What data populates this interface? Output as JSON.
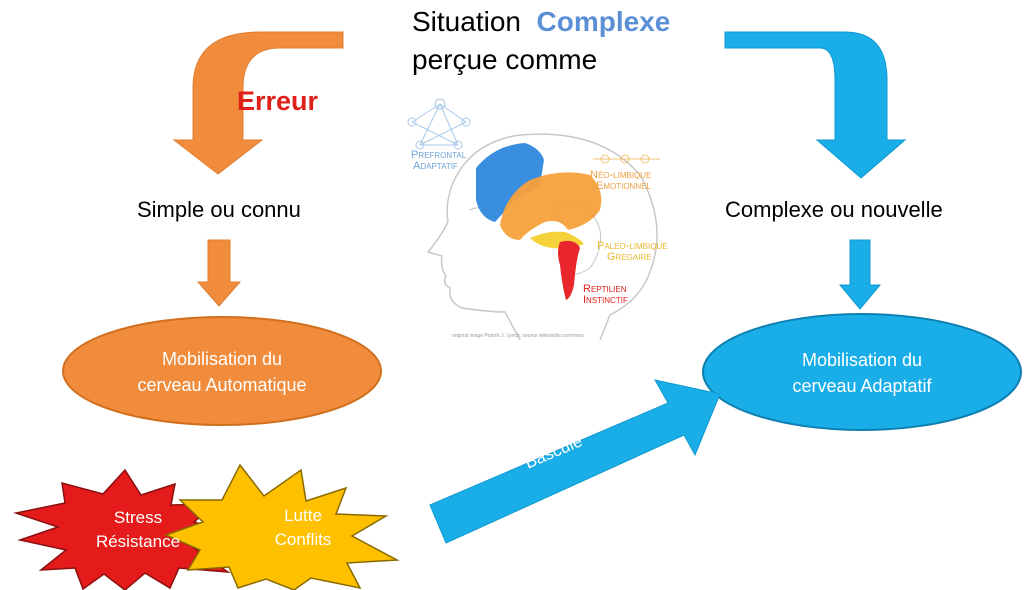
{
  "title": {
    "word_situation": "Situation",
    "word_complexe": "Complexe",
    "line2": "perçue comme"
  },
  "left_branch": {
    "error_label": "Erreur",
    "perception": "Simple ou connu",
    "outcome_line1": "Mobilisation du",
    "outcome_line2": "cerveau Automatique"
  },
  "right_branch": {
    "perception": "Complexe ou nouvelle",
    "outcome_line1": "Mobilisation du",
    "outcome_line2": "cerveau Adaptatif"
  },
  "bascule_label": "Bascule",
  "stars": [
    {
      "line1": "Stress",
      "line2": "Résistance"
    },
    {
      "line1": "Lutte",
      "line2": "Conflits"
    }
  ],
  "brain": {
    "prefrontal": "Prefrontal",
    "prefrontal_sub": "Adaptatif",
    "neo": "Néo-limbique",
    "neo_sub": "Emotionnel",
    "paleo": "Paleo-limbique",
    "paleo_sub": "Gregaire",
    "reptilien": "Reptilien",
    "reptilien_sub": "Instinctif",
    "credit": "original image Patrick J. Lynch, source wikimedia commons"
  },
  "colors": {
    "orange": "#F08C3C",
    "blue": "#19AEE8",
    "complexe_text": "#5B8FD6",
    "erreur_text": "#E0201B",
    "star_red": "#E51A1A",
    "star_yellow": "#FFC000"
  }
}
